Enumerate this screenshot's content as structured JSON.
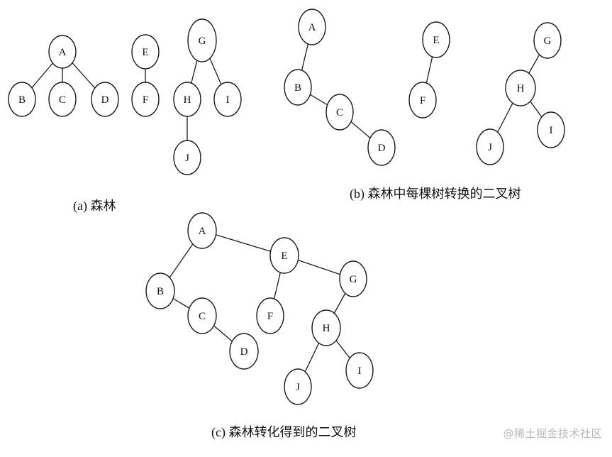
{
  "diagrams": [
    {
      "id": "forest",
      "caption": "(a)  森林",
      "nodes": [
        "A",
        "B",
        "C",
        "D",
        "E",
        "F",
        "G",
        "H",
        "I",
        "J"
      ],
      "edges": [
        [
          "A",
          "B"
        ],
        [
          "A",
          "C"
        ],
        [
          "A",
          "D"
        ],
        [
          "E",
          "F"
        ],
        [
          "G",
          "H"
        ],
        [
          "G",
          "I"
        ],
        [
          "H",
          "J"
        ]
      ]
    },
    {
      "id": "trees-converted",
      "caption": "(b)  森林中每棵树转换的二叉树",
      "nodes": [
        "A",
        "B",
        "C",
        "D",
        "E",
        "F",
        "G",
        "H",
        "I",
        "J"
      ],
      "edges": [
        [
          "A",
          "B"
        ],
        [
          "B",
          "C"
        ],
        [
          "C",
          "D"
        ],
        [
          "E",
          "F"
        ],
        [
          "G",
          "H"
        ],
        [
          "H",
          "J"
        ],
        [
          "H",
          "I"
        ]
      ]
    },
    {
      "id": "forest-to-binary",
      "caption": "(c)  森林转化得到的二叉树",
      "nodes": [
        "A",
        "B",
        "C",
        "D",
        "E",
        "F",
        "G",
        "H",
        "I",
        "J"
      ],
      "edges": [
        [
          "A",
          "B"
        ],
        [
          "B",
          "C"
        ],
        [
          "C",
          "D"
        ],
        [
          "A",
          "E"
        ],
        [
          "E",
          "F"
        ],
        [
          "E",
          "G"
        ],
        [
          "G",
          "H"
        ],
        [
          "H",
          "J"
        ],
        [
          "H",
          "I"
        ]
      ]
    }
  ],
  "watermark": "@稀土掘金技术社区"
}
